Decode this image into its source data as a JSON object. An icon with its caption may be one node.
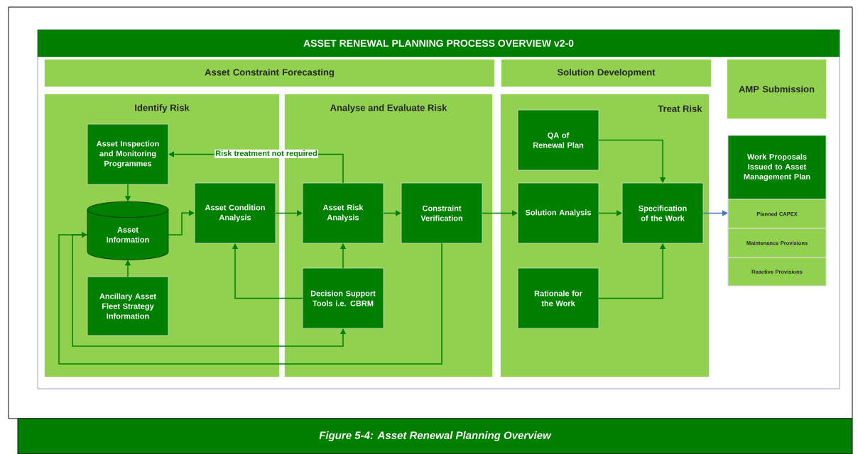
{
  "diagram": {
    "title": "ASSET RENEWAL PLANNING PROCESS OVERVIEW v2-0",
    "caption": "Figure 5-4: Asset Renewal Planning Overview",
    "nodes": [
      {
        "text": [
          "Asset Constraint Forecasting"
        ]
      },
      {
        "text": [
          "Solution Development"
        ]
      },
      {
        "text": [
          "AMP Submission"
        ]
      },
      {
        "text": [
          "Identify Risk"
        ]
      },
      {
        "text": [
          "Analyse and Evaluate Risk"
        ]
      },
      {
        "text": [
          "Treat Risk"
        ]
      },
      {
        "text": [
          "Asset Inspection and Monitoring Programmes"
        ],
        "in": 3
      },
      {
        "text": [
          "Asset Information"
        ],
        "in": 3
      },
      {
        "text": [
          "Ancillary Asset Fleet Strategy Information"
        ],
        "in": 3
      },
      {
        "text": [
          "Asset Condition Analysis"
        ],
        "in": 3
      },
      {
        "text": [
          "Asset Risk Analysis"
        ],
        "in": 4
      },
      {
        "text": [
          "Constraint Verification"
        ],
        "in": 4
      },
      {
        "text": [
          "Decision Support Tools i.e. CBRM"
        ],
        "in": 4
      },
      {
        "text": [
          "QA of Renewal Plan"
        ],
        "in": 5
      },
      {
        "text": [
          "Solution Analysis"
        ],
        "in": 5
      },
      {
        "text": [
          "Specification of the Work"
        ],
        "in": 5
      },
      {
        "text": [
          "Rationale for the Work"
        ],
        "in": 5
      },
      {
        "text": [
          "Work Proposals Issued to Asset Management Plan"
        ]
      },
      {
        "text": [
          "Planned CAPEX"
        ],
        "in": 17
      },
      {
        "text": [
          "Maintenance Provisions"
        ],
        "in": 17
      },
      {
        "text": [
          "Reactive Provisions"
        ],
        "in": 17
      }
    ],
    "edges": [
      {
        "from": 6,
        "to": 7,
        "arrow": "to"
      },
      {
        "from": 8,
        "to": 7,
        "arrow": "to"
      },
      {
        "from": 7,
        "to": 9,
        "arrow": "to"
      },
      {
        "from": 9,
        "to": 10,
        "arrow": "to"
      },
      {
        "from": 10,
        "to": 11,
        "arrow": "to"
      },
      {
        "from": 12,
        "to": 10,
        "arrow": "to"
      },
      {
        "from": 12,
        "to": 9,
        "arrow": "to"
      },
      {
        "from": 10,
        "to": 6,
        "arrow": "to",
        "label": "Risk treatment not required"
      },
      {
        "from": 11,
        "to": 14,
        "arrow": "to"
      },
      {
        "from": 14,
        "to": 15,
        "arrow": "to"
      },
      {
        "from": 13,
        "to": 15,
        "arrow": "to"
      },
      {
        "from": 16,
        "to": 15,
        "arrow": "to"
      },
      {
        "from": 15,
        "to": 17,
        "arrow": "to",
        "color": "#4472c4"
      },
      {
        "from": 11,
        "to": 7,
        "arrow": "to"
      },
      {
        "from": 7,
        "to": 12,
        "arrow": "to"
      }
    ]
  }
}
